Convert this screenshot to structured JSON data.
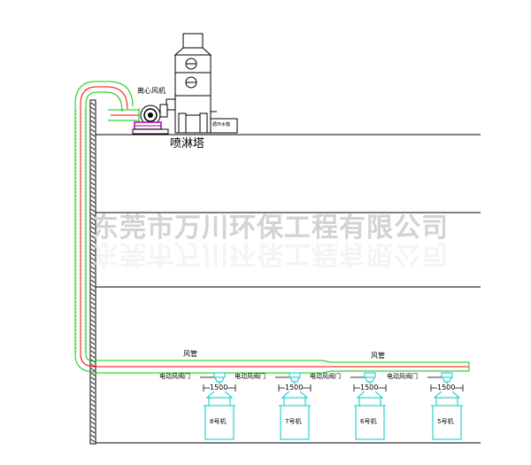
{
  "watermark": "东莞市万川环保工程有限公司",
  "labels": {
    "fan": "离心风机",
    "tower": "喷淋塔",
    "pump": "循环水箱",
    "duct1": "风管",
    "duct2": "风管"
  },
  "valves": [
    {
      "label": "电动风阀门",
      "dim": "1500",
      "machine": "8号机"
    },
    {
      "label": "电动风阀门",
      "dim": "1500",
      "machine": "7号机"
    },
    {
      "label": "电动风阀门",
      "dim": "1500",
      "machine": "6号机"
    },
    {
      "label": "电动风阀门",
      "dim": "1500",
      "machine": "5号机"
    }
  ],
  "colors": {
    "duct_green": "#00cc00",
    "duct_red": "#ff0000",
    "equip_cyan": "#00c8c8",
    "fan_magenta": "#b000b0"
  }
}
